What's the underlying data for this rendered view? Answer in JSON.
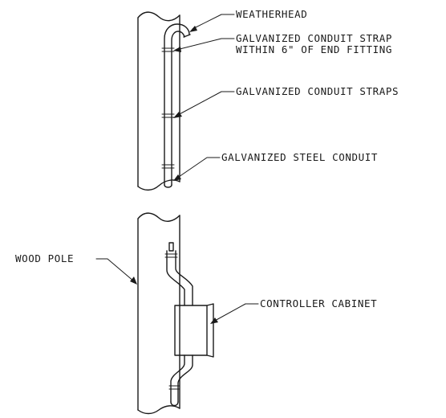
{
  "labels": {
    "weatherhead": "WEATHERHEAD",
    "strap_end_line1": "GALVANIZED CONDUIT STRAP",
    "strap_end_line2": "WITHIN 6\" OF END FITTING",
    "straps": "GALVANIZED CONDUIT STRAPS",
    "conduit": "GALVANIZED STEEL CONDUIT",
    "wood_pole": "WOOD POLE",
    "cabinet": "CONTROLLER CABINET"
  },
  "colors": {
    "ink": "#1a1a1a",
    "background": "#ffffff"
  }
}
